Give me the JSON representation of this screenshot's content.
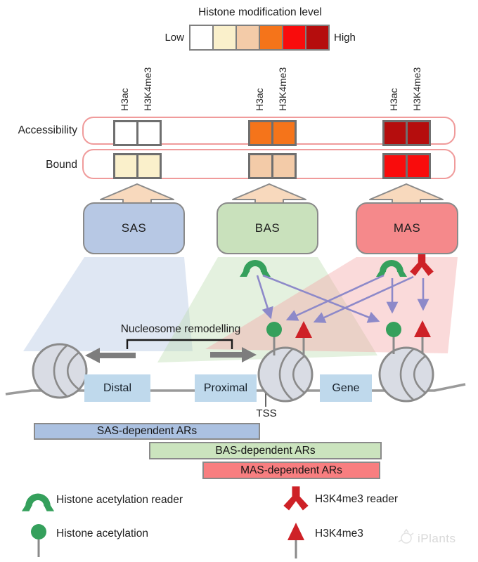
{
  "header": {
    "title": "Histone modification level",
    "low_label": "Low",
    "high_label": "High",
    "scale_colors": [
      "#FFFFFF",
      "#FAF0CB",
      "#F3CBA8",
      "#F5741A",
      "#F90C0C",
      "#B50D0D"
    ]
  },
  "marks_axis": {
    "labels": [
      "H3ac",
      "H3K4me3"
    ]
  },
  "heatmap": {
    "row_labels": [
      "Accessibility",
      "Bound"
    ],
    "groups": [
      "SAS",
      "BAS",
      "MAS"
    ],
    "accessibility": {
      "SAS": [
        "#FFFFFF",
        "#FFFFFF"
      ],
      "BAS": [
        "#F5741A",
        "#F5741A"
      ],
      "MAS": [
        "#B50D0D",
        "#B50D0D"
      ]
    },
    "bound": {
      "SAS": [
        "#FAF0CB",
        "#FAF0CB"
      ],
      "BAS": [
        "#F3CBA8",
        "#F3CBA8"
      ],
      "MAS": [
        "#F90C0C",
        "#F90C0C"
      ]
    }
  },
  "complexes": [
    {
      "name": "SAS",
      "fill": "#B7C8E4"
    },
    {
      "name": "BAS",
      "fill": "#C9E1BC"
    },
    {
      "name": "MAS",
      "fill": "#F5898B"
    }
  ],
  "genome": {
    "remodelling_label": "Nucleosome remodelling",
    "region_labels": [
      "Distal",
      "Proximal",
      "Gene"
    ],
    "tss_label": "TSS"
  },
  "bars": [
    {
      "label": "SAS-dependent ARs",
      "fill": "#ABC1E1"
    },
    {
      "label": "BAS-dependent ARs",
      "fill": "#CBE4BE"
    },
    {
      "label": "MAS-dependent ARs",
      "fill": "#F87E80"
    }
  ],
  "legend": [
    {
      "icon": "histone-acetylation-reader-icon",
      "label": "Histone acetylation reader"
    },
    {
      "icon": "h3k4me3-reader-icon",
      "label": "H3K4me3 reader"
    },
    {
      "icon": "histone-acetylation-icon",
      "label": "Histone acetylation"
    },
    {
      "icon": "h3k4me3-icon",
      "label": "H3K4me3"
    }
  ],
  "watermark": "iPlants",
  "palette": {
    "acetylation_green": "#35A05C",
    "h3k4me3_red": "#CE2127",
    "arrow_purple": "#8D89C9",
    "outline_gray": "#8A8A8A",
    "row_border_pink": "#F09B9B",
    "beam_blue": "#AFC3E0",
    "beam_green": "#BCDCAF",
    "beam_red": "#F2A3A3"
  }
}
